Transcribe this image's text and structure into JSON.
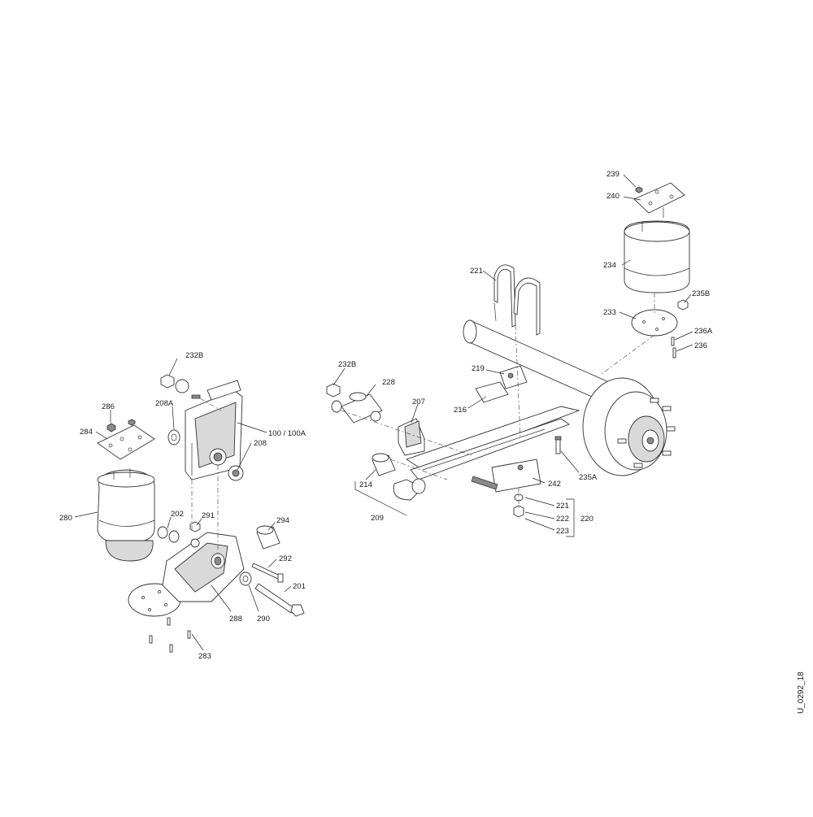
{
  "document_id": "U_0292_18",
  "callouts": {
    "c232b_left": "232B",
    "c208a": "208A",
    "c286": "286",
    "c284": "284",
    "c100": "100 / 100A",
    "c208": "208",
    "c280": "280",
    "c202": "202",
    "c291": "291",
    "c294": "294",
    "c292": "292",
    "c201": "201",
    "c288": "288",
    "c290": "290",
    "c283": "283",
    "c232b_right": "232B",
    "c228": "228",
    "c207": "207",
    "c214": "214",
    "c209": "209",
    "c221_top": "221",
    "c219": "219",
    "c216": "216",
    "c239": "239",
    "c240": "240",
    "c234": "234",
    "c235b": "235B",
    "c233": "233",
    "c236a": "236A",
    "c236": "236",
    "c235a": "235A",
    "c242": "242",
    "c221": "221",
    "c222": "222",
    "c223": "223",
    "c220": "220"
  }
}
